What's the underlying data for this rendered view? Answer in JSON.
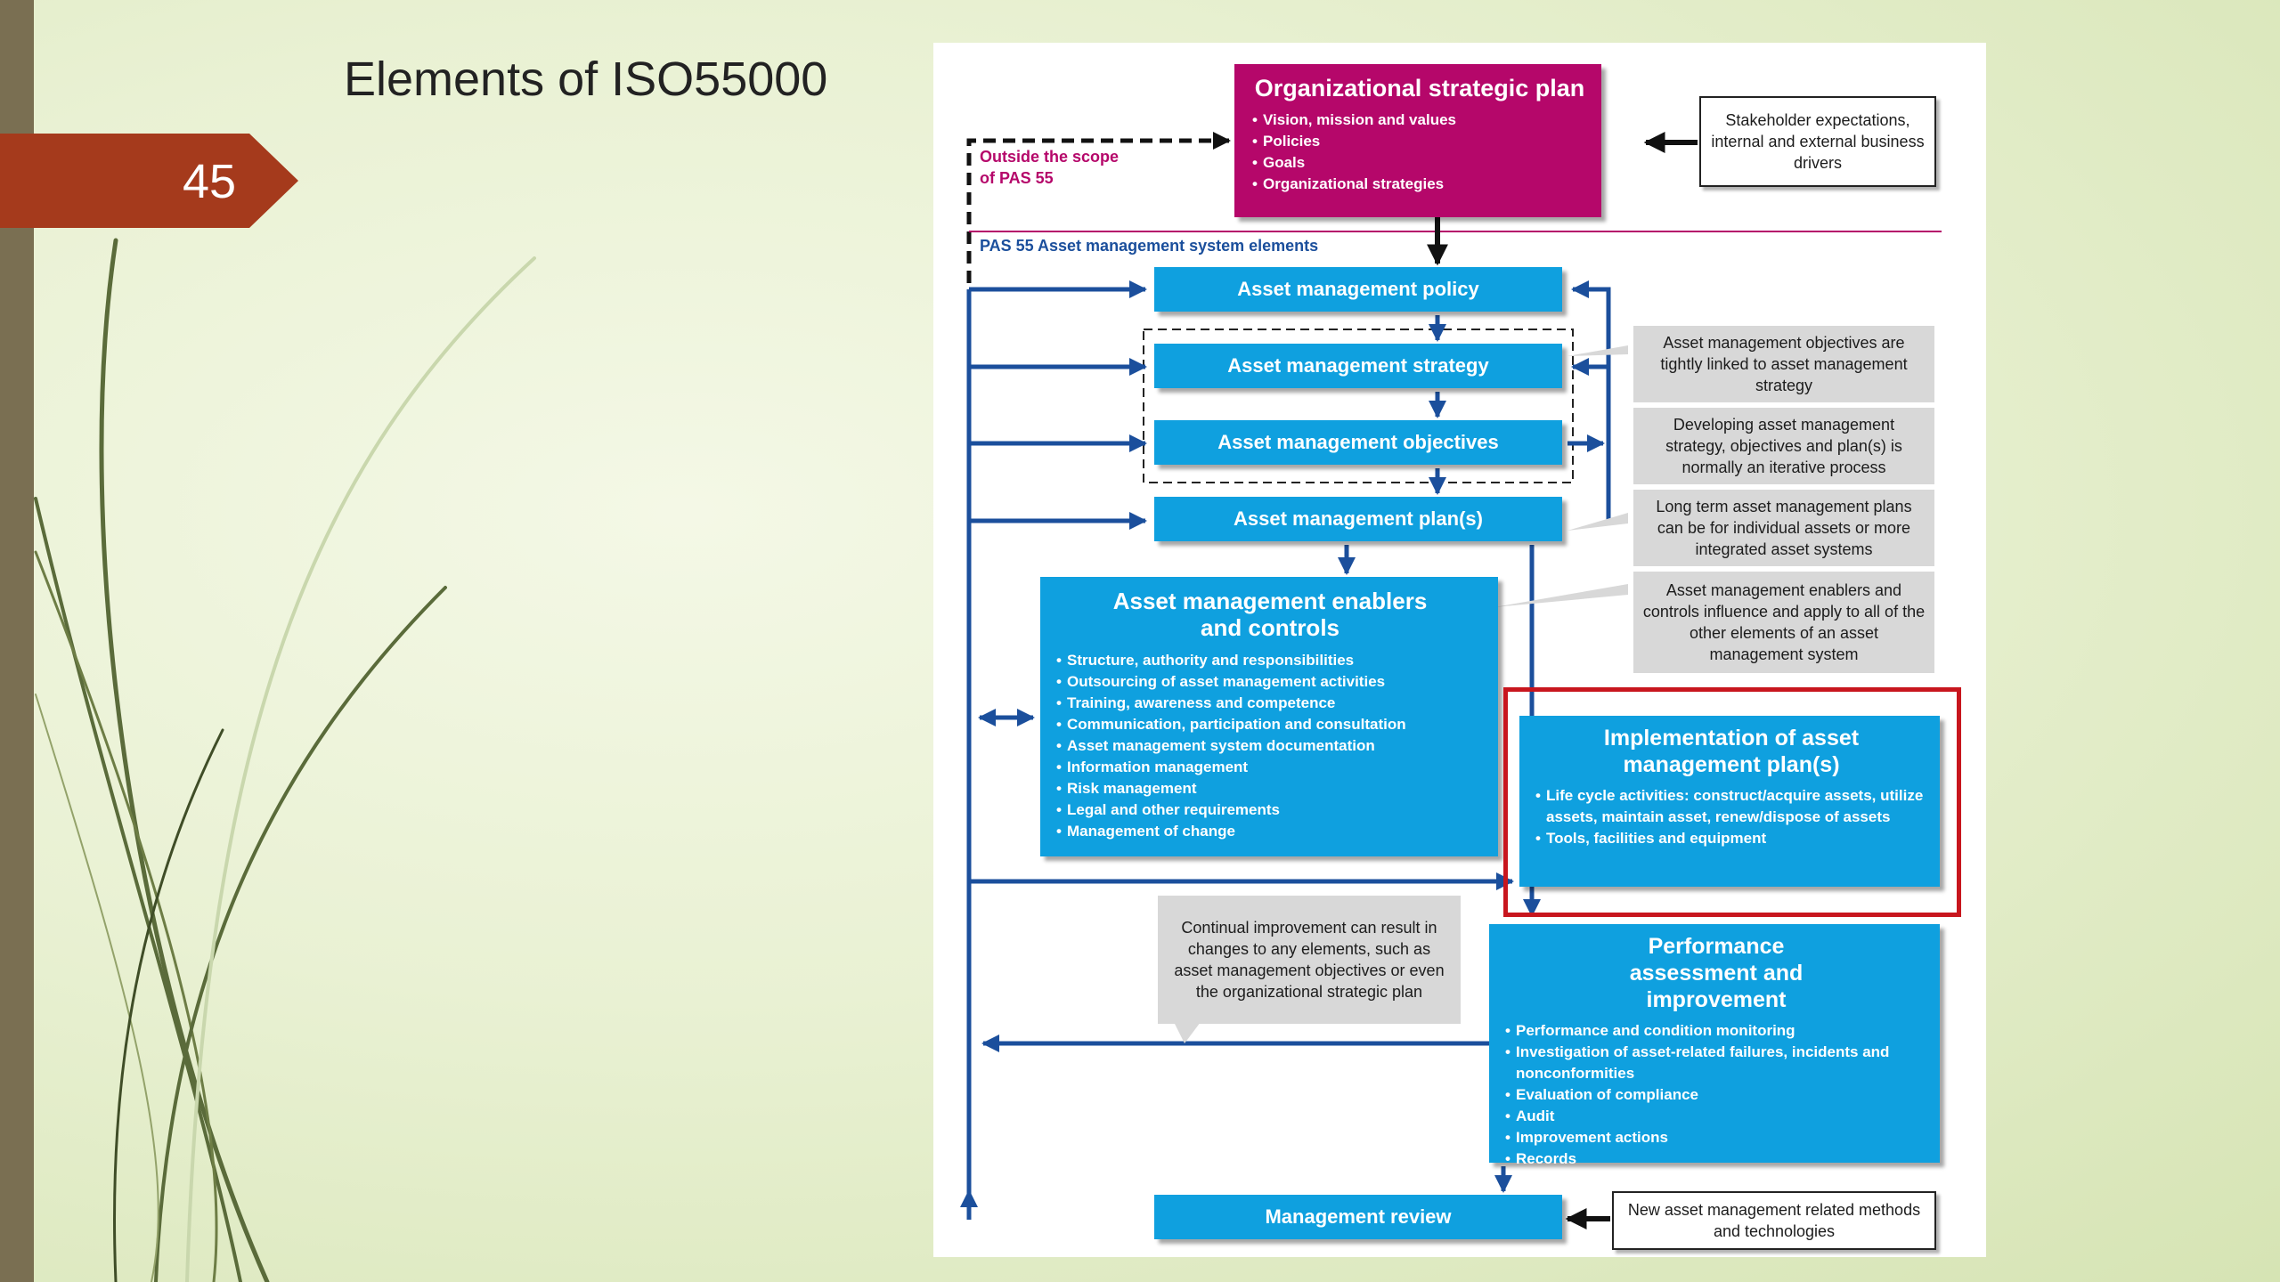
{
  "slide": {
    "title": "Elements of ISO55000",
    "page_number": "45",
    "colors": {
      "badge": "#a53a1c",
      "left_bar": "#7a6f52",
      "box_blue": "#0fa0df",
      "box_magenta": "#b5076a",
      "arrow_blue": "#1b4f9c",
      "highlight_red": "#c8161e"
    }
  },
  "diagram": {
    "org_plan": {
      "title": "Organizational strategic plan",
      "items": [
        "Vision, mission and values",
        "Policies",
        "Goals",
        "Organizational strategies"
      ]
    },
    "outside_scope_label": "Outside the scope of PAS 55",
    "pas_label": "PAS 55 Asset management system elements",
    "stakeholder_note": "Stakeholder expectations, internal and external business drivers",
    "policy": "Asset management policy",
    "strategy": "Asset management strategy",
    "objectives": "Asset management objectives",
    "plans": "Asset management plan(s)",
    "enablers": {
      "title": "Asset management enablers and controls",
      "items": [
        "Structure, authority and responsibilities",
        "Outsourcing of asset management activities",
        "Training, awareness and competence",
        "Communication, participation and consultation",
        "Asset management system documentation",
        "Information management",
        "Risk management",
        "Legal and other requirements",
        "Management of change"
      ]
    },
    "implementation": {
      "title": "Implementation of asset management plan(s)",
      "items": [
        "Life cycle activities: construct/acquire assets, utilize assets, maintain asset, renew/dispose of assets",
        "Tools, facilities and equipment"
      ]
    },
    "performance": {
      "title": "Performance assessment and improvement",
      "items": [
        "Performance and condition monitoring",
        "Investigation of asset-related failures, incidents and nonconformities",
        "Evaluation of compliance",
        "Audit",
        "Improvement actions",
        "Records"
      ]
    },
    "review": "Management review",
    "notes": {
      "objectives_linked": "Asset management objectives are tightly linked to asset management strategy",
      "iterative": "Developing asset management strategy, objectives and plan(s) is normally an iterative process",
      "long_term": "Long term asset management plans can be for individual assets or more integrated asset systems",
      "enablers_note": "Asset management enablers and controls influence and apply to all of the other elements of an asset management system",
      "continual": "Continual improvement can result in changes to any elements, such as asset management objectives or even the organizational strategic plan",
      "new_methods": "New asset management related methods and technologies"
    }
  }
}
